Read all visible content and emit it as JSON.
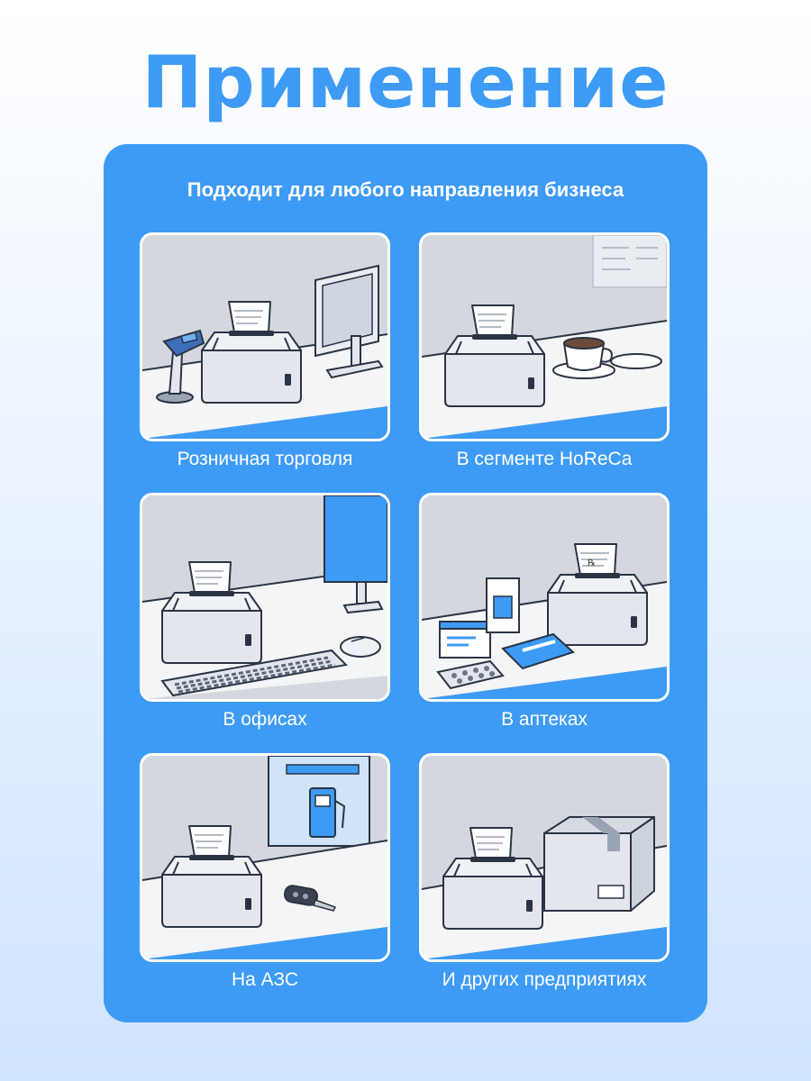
{
  "title": "Применение",
  "subtitle": "Подходит для любого направления бизнеса",
  "colors": {
    "accent": "#3d9bf5",
    "background_top": "#ffffff",
    "background_bottom": "#cfe4ff"
  },
  "cards": [
    {
      "label": "Розничная торговля",
      "illustration": "printer-with-barcode-scanner-and-monitor"
    },
    {
      "label": "В сегменте HoReCa",
      "illustration": "printer-with-coffee-cup"
    },
    {
      "label": "В офисах",
      "illustration": "printer-with-keyboard-and-mouse"
    },
    {
      "label": "В аптеках",
      "illustration": "printer-with-medicine-boxes"
    },
    {
      "label": "На АЗС",
      "illustration": "printer-with-car-key-and-fuel-pump"
    },
    {
      "label": "И других предприятиях",
      "illustration": "printer-with-cardboard-box"
    }
  ]
}
